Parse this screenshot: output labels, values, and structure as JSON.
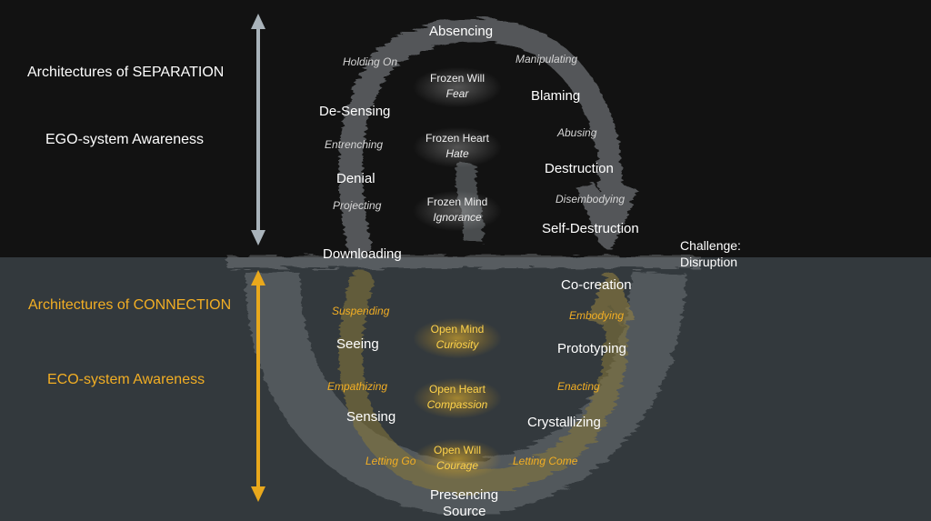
{
  "left_panel": {
    "separation": "Architectures of SEPARATION",
    "ego": "EGO-system Awareness",
    "connection": "Architectures of CONNECTION",
    "eco": "ECO-system Awareness"
  },
  "top_loop": {
    "absencing": "Absencing",
    "holding_on": "Holding On",
    "manipulating": "Manipulating",
    "blaming": "Blaming",
    "de_sensing": "De-Sensing",
    "entrenching": "Entrenching",
    "abusing": "Abusing",
    "destruction": "Destruction",
    "denial": "Denial",
    "projecting": "Projecting",
    "disembodying": "Disembodying",
    "self_destruction": "Self-Destruction",
    "downloading": "Downloading"
  },
  "frozen": [
    {
      "name": "Frozen Will",
      "quality": "Fear"
    },
    {
      "name": "Frozen Heart",
      "quality": "Hate"
    },
    {
      "name": "Frozen Mind",
      "quality": "Ignorance"
    }
  ],
  "challenge": {
    "line1": "Challenge:",
    "line2": "Disruption"
  },
  "bottom_loop": {
    "co_creation": "Co-creation",
    "suspending": "Suspending",
    "embodying": "Embodying",
    "seeing": "Seeing",
    "prototyping": "Prototyping",
    "empathizing": "Empathizing",
    "enacting": "Enacting",
    "sensing": "Sensing",
    "crystallizing": "Crystallizing",
    "letting_go": "Letting Go",
    "letting_come": "Letting Come",
    "presencing": "Presencing",
    "source": "Source"
  },
  "open": [
    {
      "name": "Open Mind",
      "quality": "Curiosity"
    },
    {
      "name": "Open Heart",
      "quality": "Compassion"
    },
    {
      "name": "Open Will",
      "quality": "Courage"
    }
  ],
  "colors": {
    "separation_arrow": "#a9b3ba",
    "connection_arrow": "#e9a81c",
    "gold_text": "#f2ae24",
    "top_background": "#121212",
    "bottom_background": "#33393d"
  }
}
